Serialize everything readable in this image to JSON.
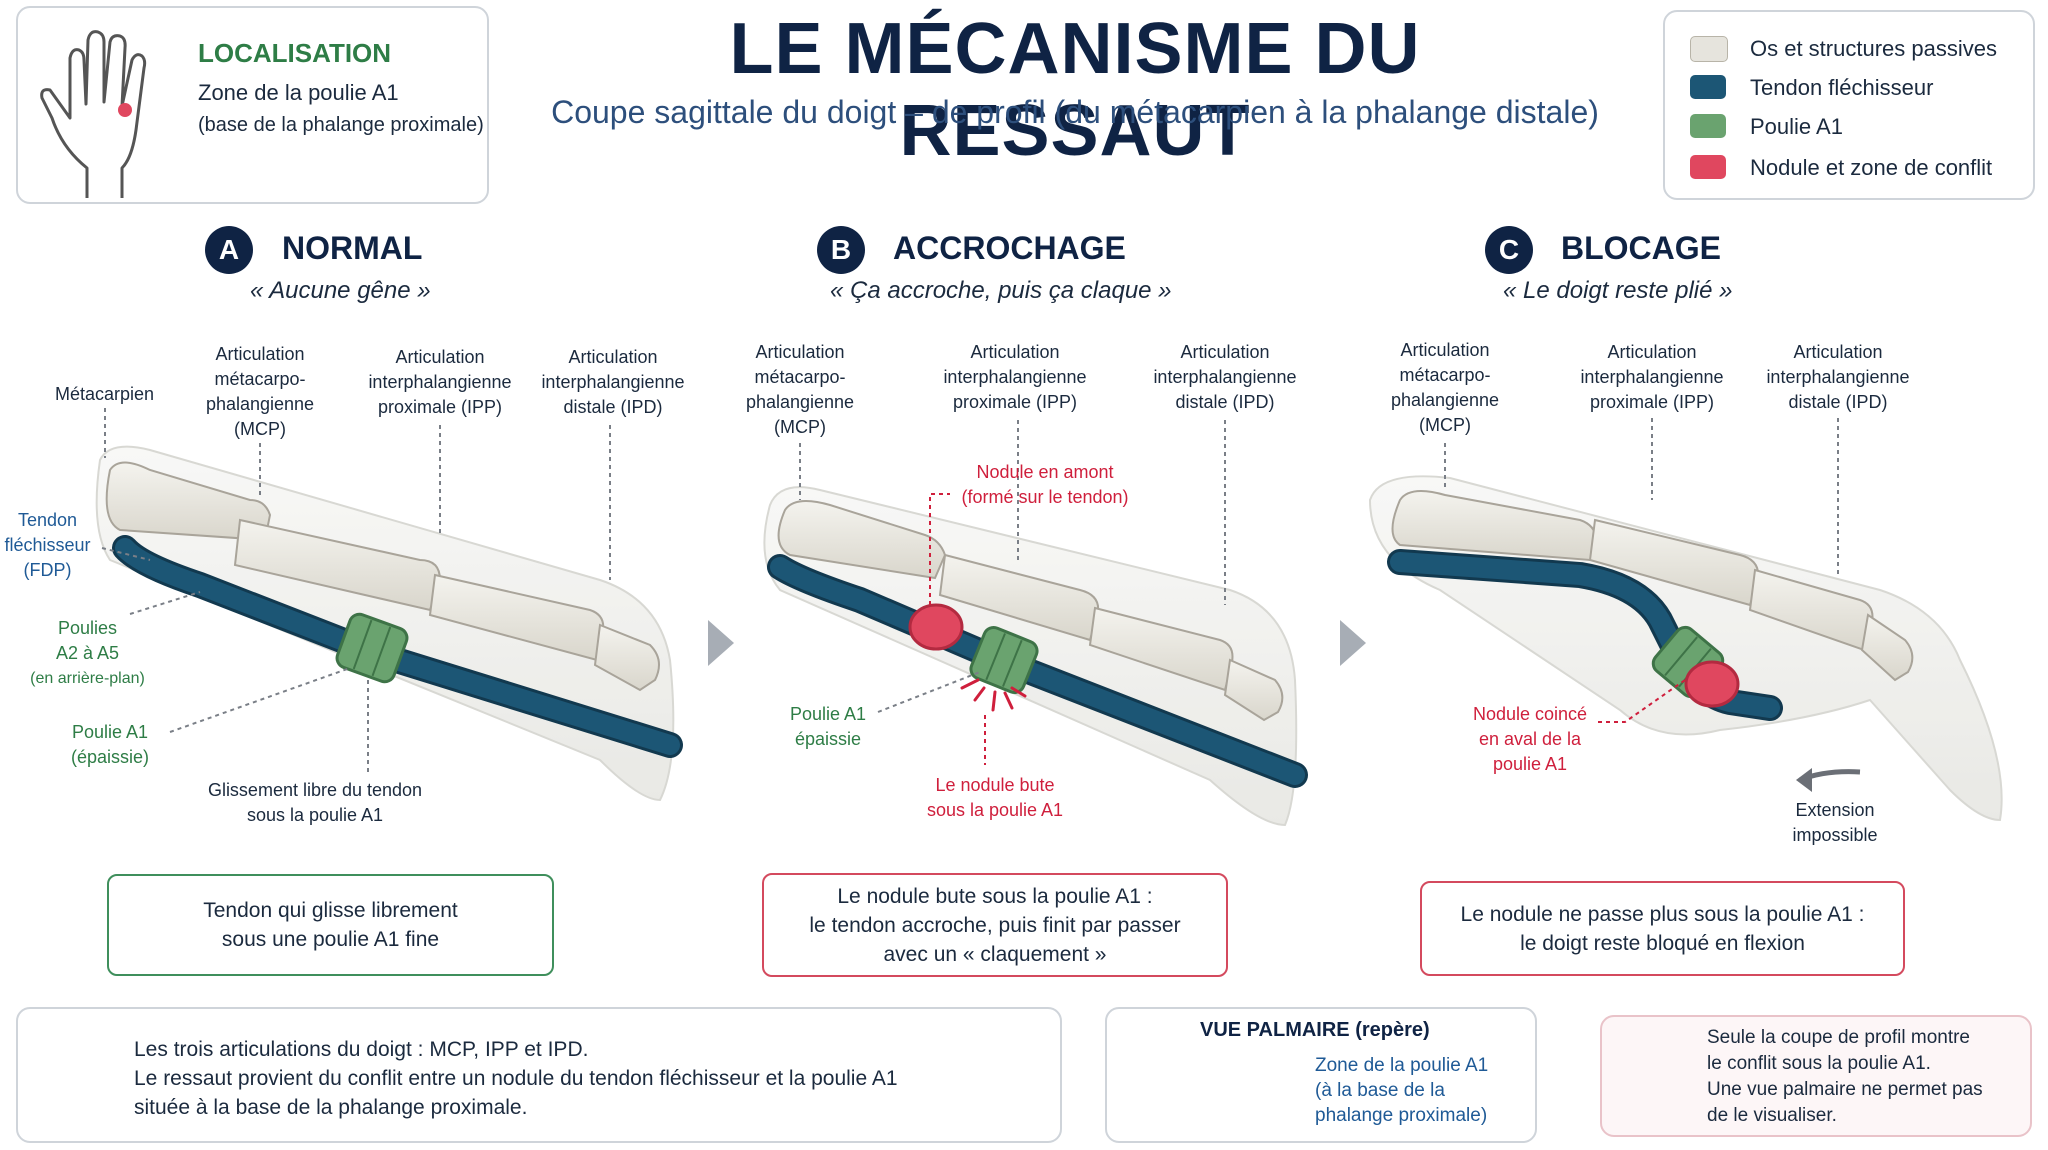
{
  "header": {
    "title": "LE MÉCANISME DU RESSAUT",
    "subtitle": "Coupe sagittale du doigt – de profil (du métacarpien à la phalange distale)"
  },
  "localisation": {
    "title": "LOCALISATION",
    "line1": "Zone de la poulie A1",
    "line2": "(base de la phalange proximale)"
  },
  "legend": {
    "items": [
      {
        "label": "Os et structures passives",
        "color": "#e6e4dd"
      },
      {
        "label": "Tendon fléchisseur",
        "color": "#1c5675"
      },
      {
        "label": "Poulie A1",
        "color": "#6aa36f"
      },
      {
        "label": "Nodule et zone de conflit",
        "color": "#e0475f"
      }
    ]
  },
  "panels": {
    "a": {
      "letter": "A",
      "title": "NORMAL",
      "quote": "« Aucune gêne »",
      "labels": {
        "metacarpien": "Métacarpien",
        "mcp": [
          "Articulation",
          "métacarpo-",
          "phalangienne",
          "(MCP)"
        ],
        "ipp": [
          "Articulation",
          "interphalangienne",
          "proximale (IPP)"
        ],
        "ipd": [
          "Articulation",
          "interphalangienne",
          "distale (IPD)"
        ],
        "tendon": [
          "Tendon",
          "fléchisseur",
          "(FDP)"
        ],
        "poulies": [
          "Poulies",
          "A2 à A5",
          "(en arrière-plan)"
        ],
        "poulie_a1": [
          "Poulie A1",
          "(épaissie)"
        ],
        "glissement": [
          "Glissement libre du tendon",
          "sous la poulie A1"
        ]
      },
      "summary": [
        "Tendon qui glisse librement",
        "sous une poulie A1 fine"
      ]
    },
    "b": {
      "letter": "B",
      "title": "ACCROCHAGE",
      "quote": "« Ça accroche, puis ça claque »",
      "labels": {
        "mcp": [
          "Articulation",
          "métacarpo-",
          "phalangienne",
          "(MCP)"
        ],
        "ipp": [
          "Articulation",
          "interphalangienne",
          "proximale (IPP)"
        ],
        "ipd": [
          "Articulation",
          "interphalangienne",
          "distale (IPD)"
        ],
        "nodule_amont": [
          "Nodule en amont",
          "(formé sur le tendon)"
        ],
        "poulie_a1": [
          "Poulie A1",
          "épaissie"
        ],
        "nodule_bute": [
          "Le nodule bute",
          "sous la poulie A1"
        ]
      },
      "summary": [
        "Le nodule bute sous la poulie A1 :",
        "le tendon accroche, puis finit par passer",
        "avec un « claquement »"
      ]
    },
    "c": {
      "letter": "C",
      "title": "BLOCAGE",
      "quote": "« Le doigt reste plié »",
      "labels": {
        "mcp": [
          "Articulation",
          "métacarpo-",
          "phalangienne",
          "(MCP)"
        ],
        "ipp": [
          "Articulation",
          "interphalangienne",
          "proximale (IPP)"
        ],
        "ipd": [
          "Articulation",
          "interphalangienne",
          "distale (IPD)"
        ],
        "nodule_coince": [
          "Nodule coincé",
          "en aval de la",
          "poulie A1"
        ],
        "extension": [
          "Extension",
          "impossible"
        ]
      },
      "summary": [
        "Le nodule ne passe plus sous la poulie A1 :",
        "le doigt reste bloqué en flexion"
      ]
    }
  },
  "footer": {
    "info": [
      "Les trois articulations du doigt : MCP, IPP et IPD.",
      "Le ressaut provient du conflit entre un nodule du tendon fléchisseur et la poulie A1",
      "située à la base de la phalange proximale."
    ],
    "palmar": {
      "title": "VUE PALMAIRE (repère)",
      "lines": [
        "Zone de la poulie A1",
        "(à la base de la",
        "phalange proximale)"
      ]
    },
    "warning": [
      "Seule la coupe de profil montre",
      "le conflit sous la poulie A1.",
      "Une vue palmaire ne permet pas",
      "de le visualiser."
    ]
  },
  "colors": {
    "navy": "#0f2344",
    "tendon": "#1c5675",
    "pulley": "#6aa36f",
    "nodule": "#e0475f",
    "bone": "#e6e4dd",
    "green_text": "#2e7d46",
    "red_text": "#cf1f3c"
  }
}
